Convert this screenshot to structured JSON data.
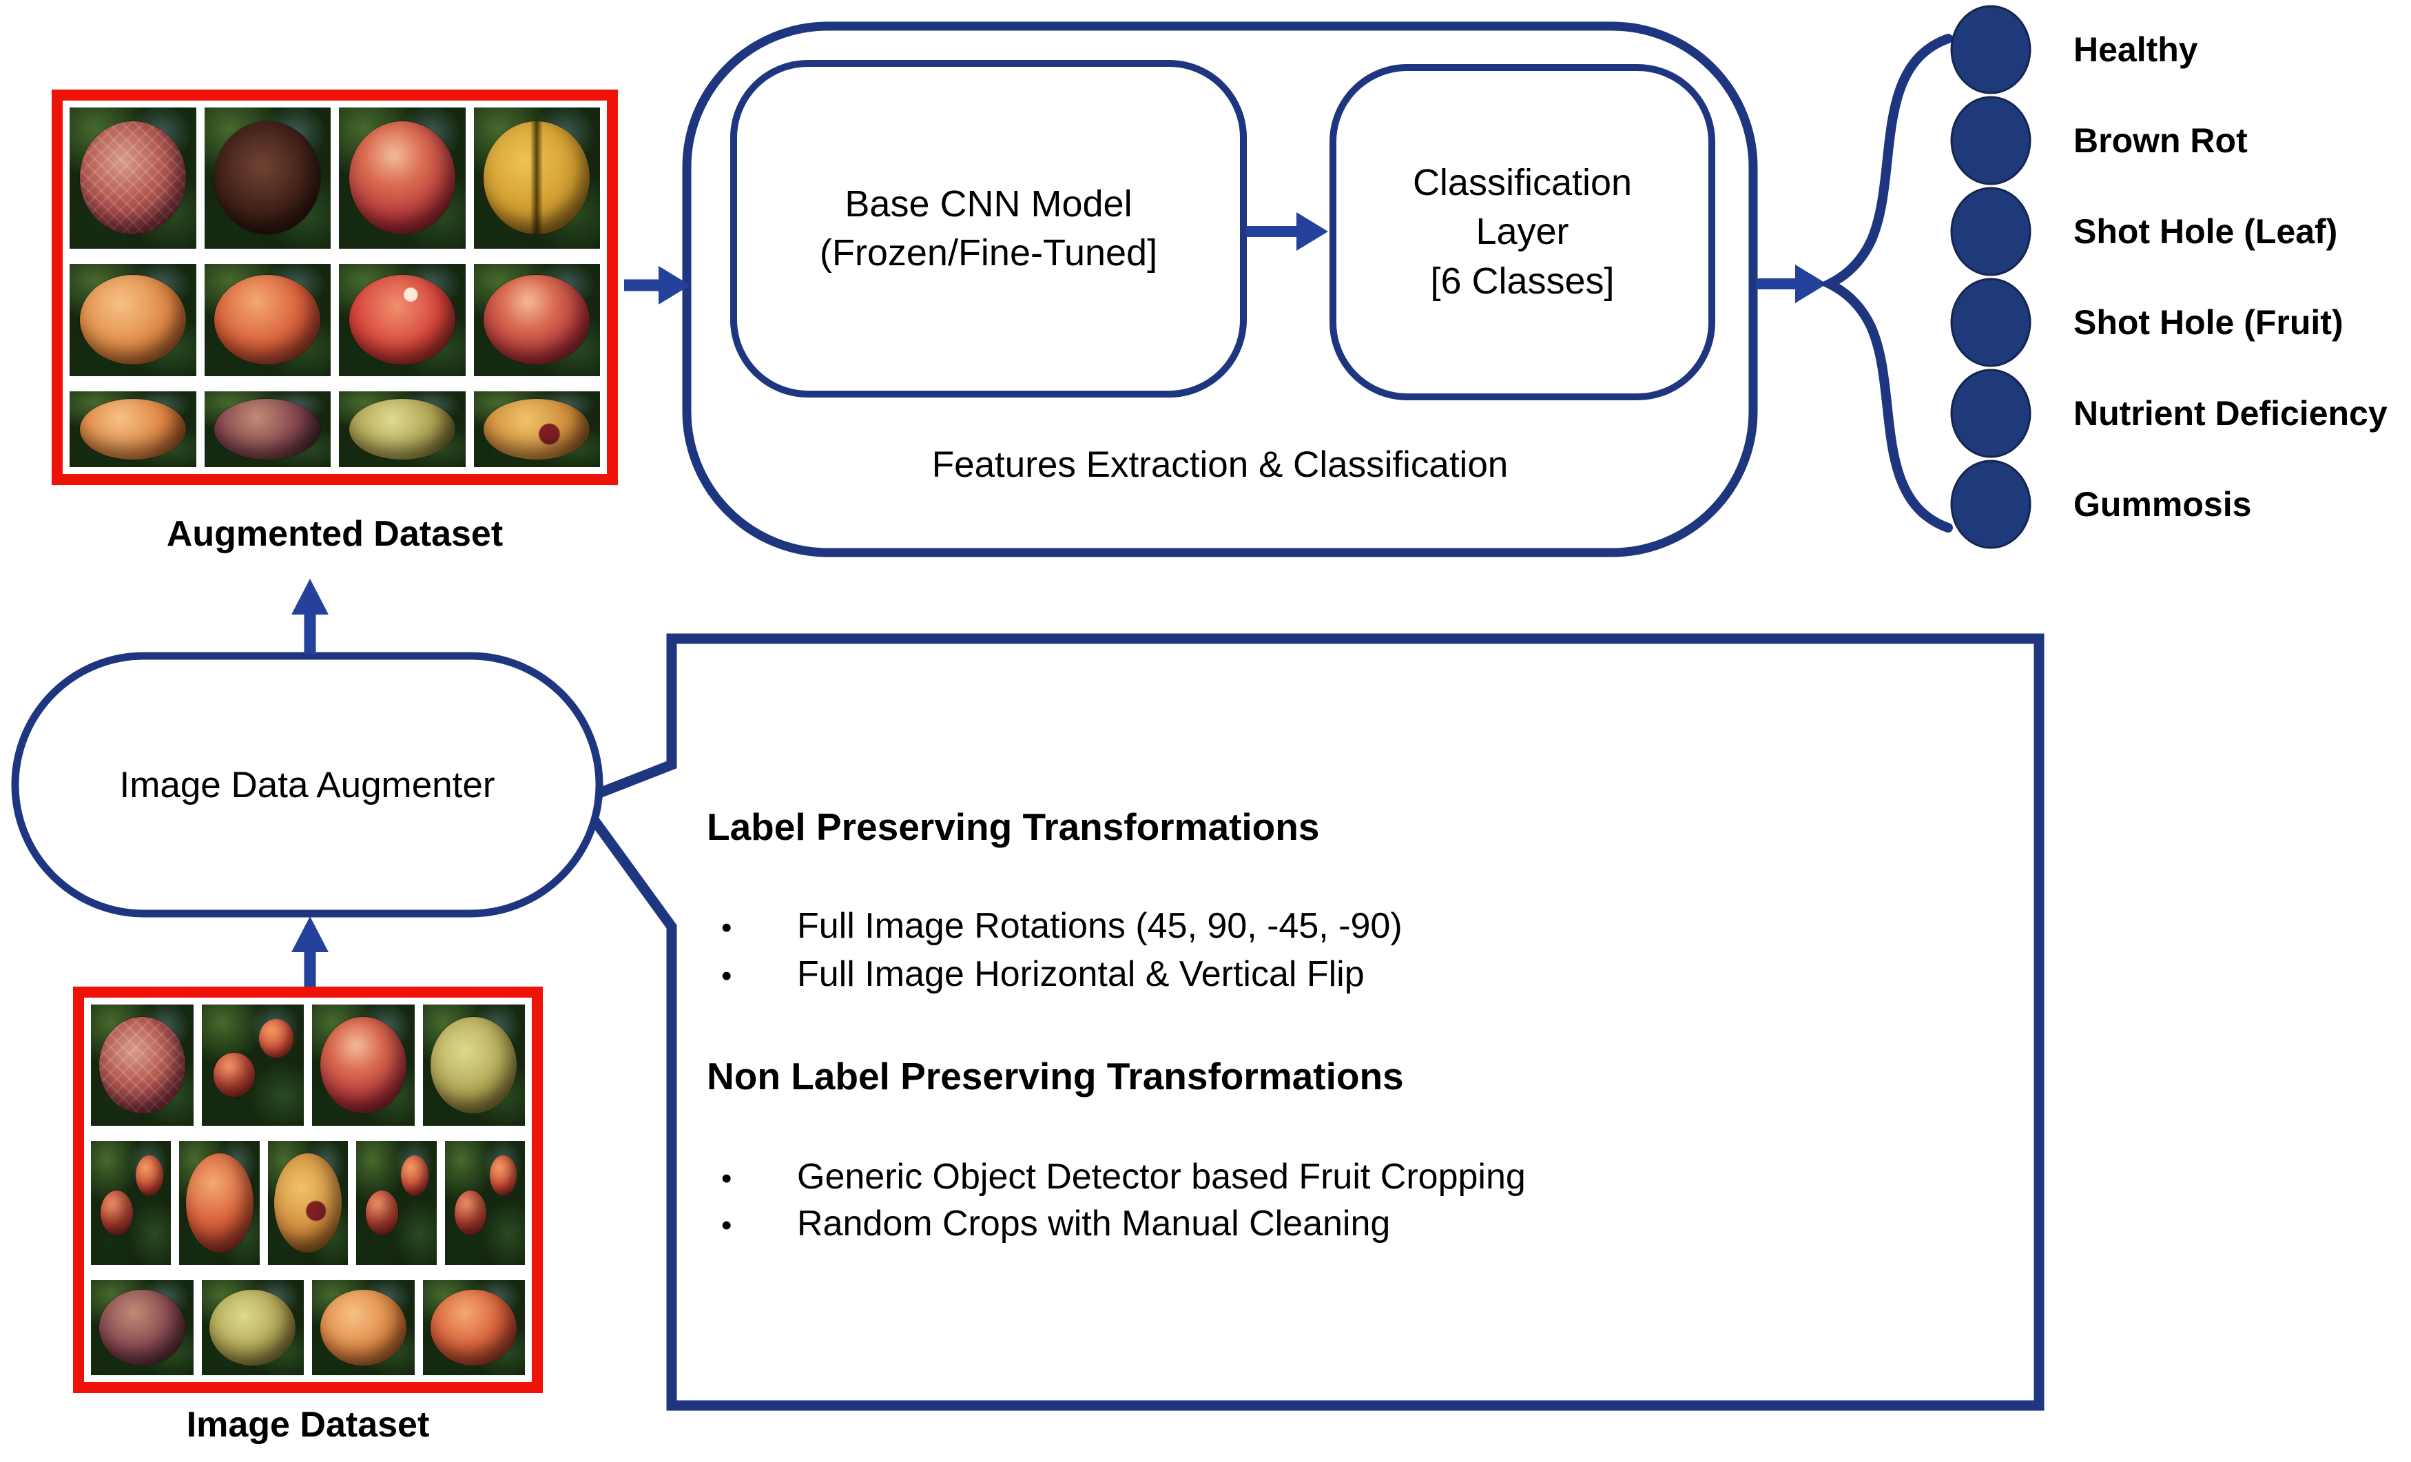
{
  "colors": {
    "navy": "#1e3580",
    "navy_fill": "#1e3a7a",
    "arrow_blue": "#24419b",
    "red_border": "#ee1208"
  },
  "augmented_dataset": {
    "label": "Augmented Dataset",
    "row_weights": [
      39,
      31,
      21
    ],
    "grid": [
      [
        "rednet",
        "rot",
        "red",
        "yellowsplit"
      ],
      [
        "orange",
        "orangered",
        "redpair",
        "red"
      ],
      [
        "orange",
        "purple",
        "greenyellow",
        "yellowred"
      ]
    ]
  },
  "image_dataset": {
    "label": "Image Dataset",
    "row_weights": [
      37,
      38,
      29
    ],
    "grid": [
      [
        "rednet",
        "cluster",
        "red",
        "greenyellow"
      ],
      [
        "cluster",
        "orangered",
        "yellowred",
        "cluster",
        "cluster"
      ],
      [
        "purple",
        "greenyellow",
        "orange",
        "orangered"
      ]
    ]
  },
  "augmenter": {
    "label": "Image Data Augmenter"
  },
  "pipeline": {
    "base_cnn": "Base CNN Model\n(Frozen/Fine-Tuned]",
    "classification": "Classification\nLayer\n[6 Classes]",
    "caption": "Features Extraction & Classification"
  },
  "outputs": {
    "classes": [
      "Healthy",
      "Brown Rot",
      "Shot Hole (Leaf)",
      "Shot Hole (Fruit)",
      "Nutrient Deficiency",
      "Gummosis"
    ]
  },
  "callout": {
    "heading_label_preserving": "Label Preserving Transformations",
    "label_preserving_bullets": [
      "Full Image Rotations (45, 90, -45, -90)",
      "Full Image Horizontal & Vertical Flip"
    ],
    "heading_non_label_preserving": "Non Label Preserving Transformations",
    "non_label_preserving_bullets": [
      "Generic Object Detector based Fruit Cropping",
      "Random Crops with Manual Cleaning"
    ],
    "bullet_glyph": "•"
  }
}
